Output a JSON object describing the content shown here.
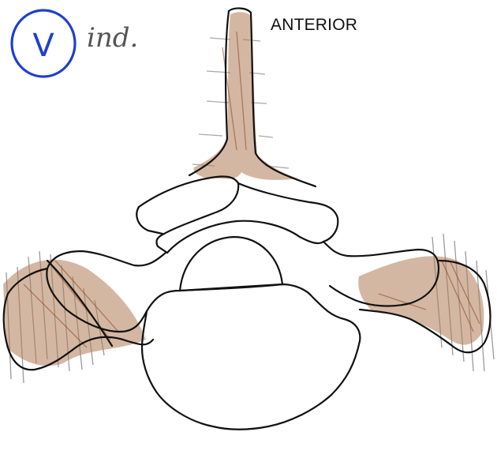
{
  "labels": {
    "orientation": "ANTERIOR",
    "circled_mark": "V",
    "handwritten_note": "ind."
  },
  "colors": {
    "outline": "#111111",
    "shading": "#9a5a35",
    "hatch": "#9a9a9a",
    "circle_ink": "#1f3fd0",
    "paper": "#ffffff"
  }
}
